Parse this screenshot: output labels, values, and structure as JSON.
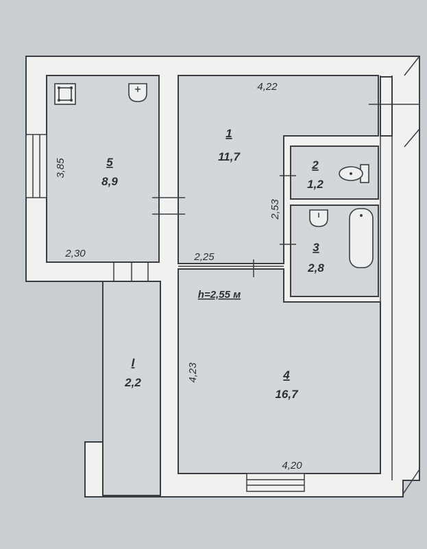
{
  "height_label": "h=2,55 м",
  "rooms": [
    {
      "id": "room-1",
      "number": "1",
      "area": "11,7"
    },
    {
      "id": "room-2",
      "number": "2",
      "area": "1,2"
    },
    {
      "id": "room-3",
      "number": "3",
      "area": "2,8"
    },
    {
      "id": "room-4",
      "number": "4",
      "area": "16,7"
    },
    {
      "id": "room-5",
      "number": "5",
      "area": "8,9"
    },
    {
      "id": "room-I",
      "number": "I",
      "area": "2,2"
    }
  ],
  "dimensions": {
    "room1_width": "4,22",
    "room5_height": "3,85",
    "room5_width": "2,30",
    "room1_bottom": "2,25",
    "bath_height": "2,53",
    "room4_height": "4,23",
    "room4_width": "4,20"
  },
  "icons": [
    "stove-icon",
    "sink-icon",
    "toilet-icon",
    "bathtub-icon",
    "window-icon",
    "door-icon"
  ]
}
